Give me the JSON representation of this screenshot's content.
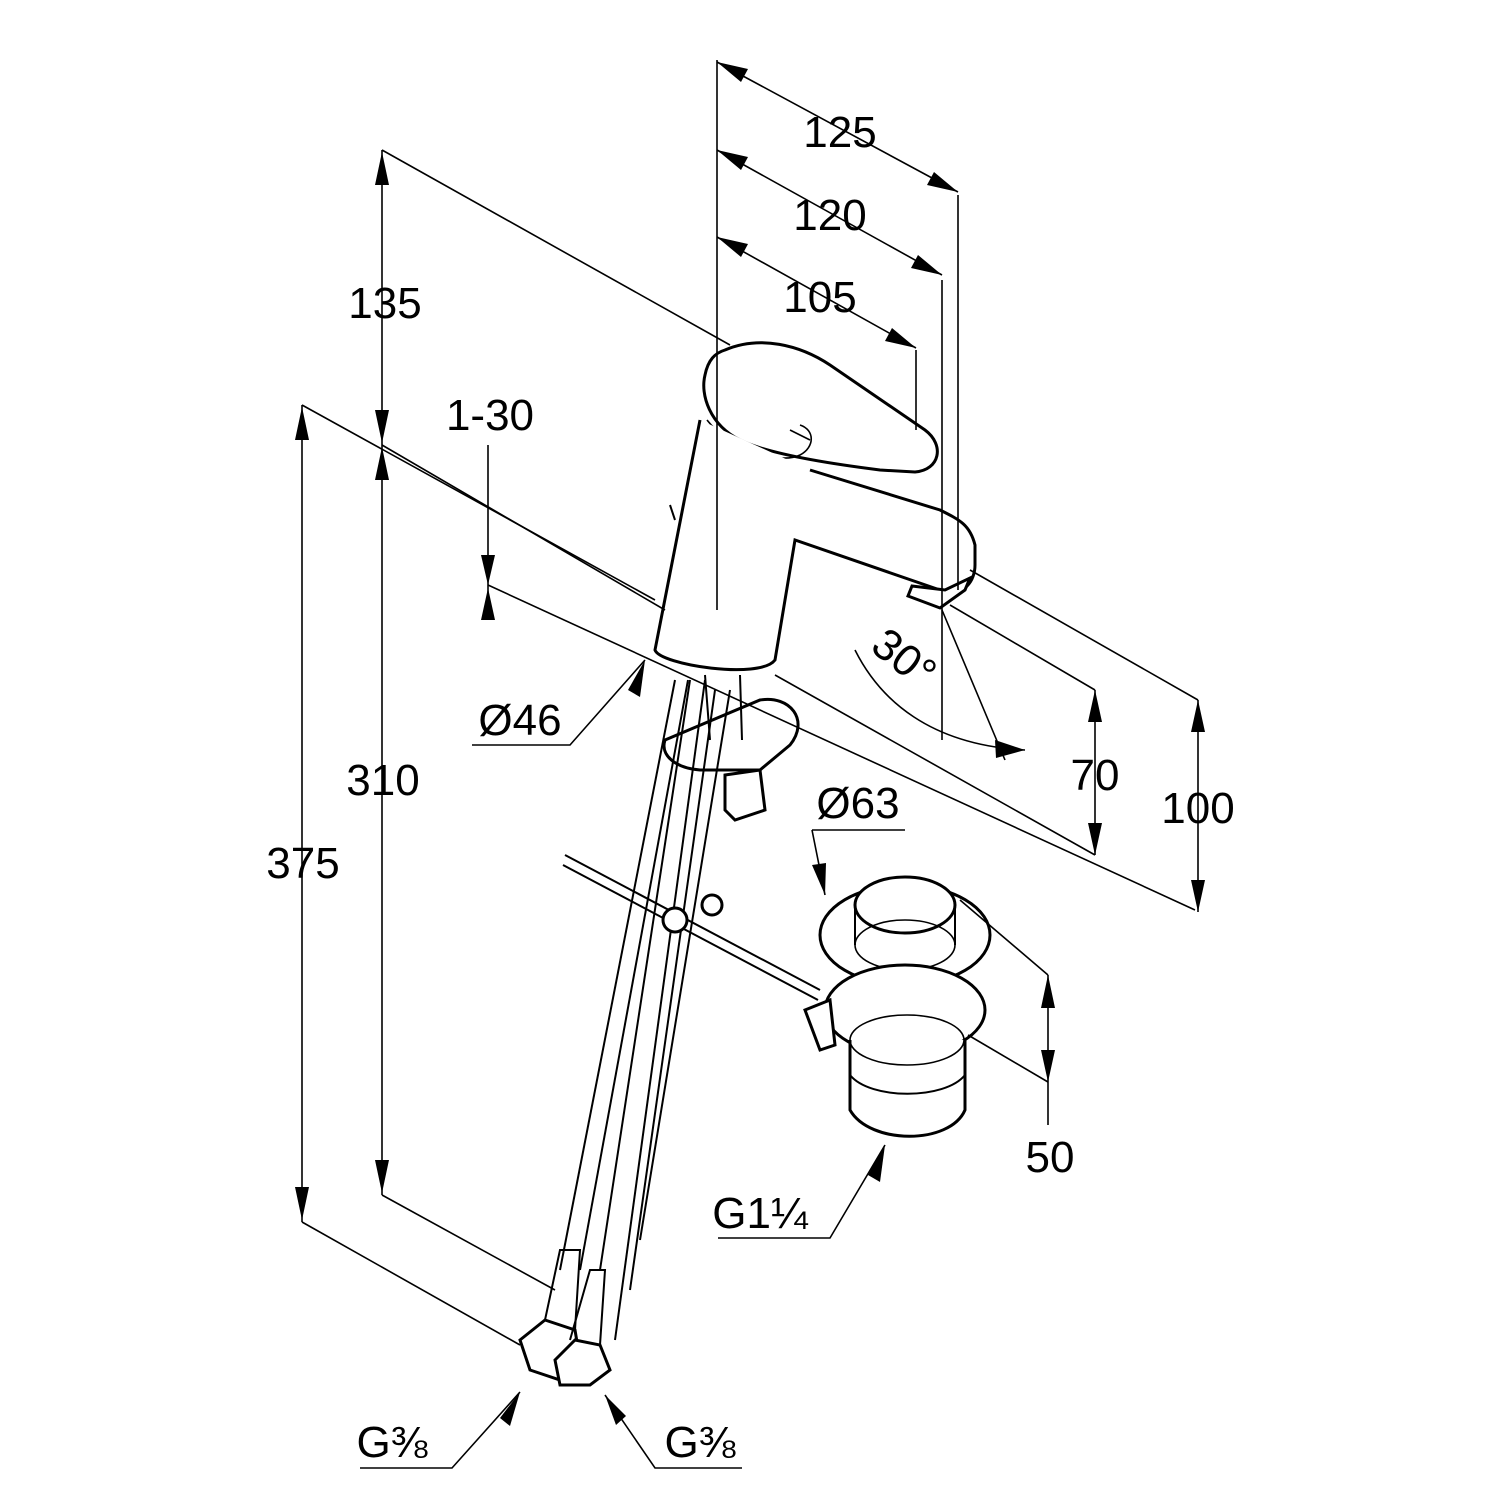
{
  "drawing": {
    "dimensions": {
      "d125": "125",
      "d120": "120",
      "d105": "105",
      "d135": "135",
      "d1_30": "1-30",
      "d310": "310",
      "d375": "375",
      "d46": "Ø46",
      "d30deg": "30°",
      "d70": "70",
      "d100": "100",
      "d63": "Ø63",
      "d50": "50",
      "g114": "G1¼",
      "g38_left": "G⅜",
      "g38_right": "G⅜"
    }
  }
}
